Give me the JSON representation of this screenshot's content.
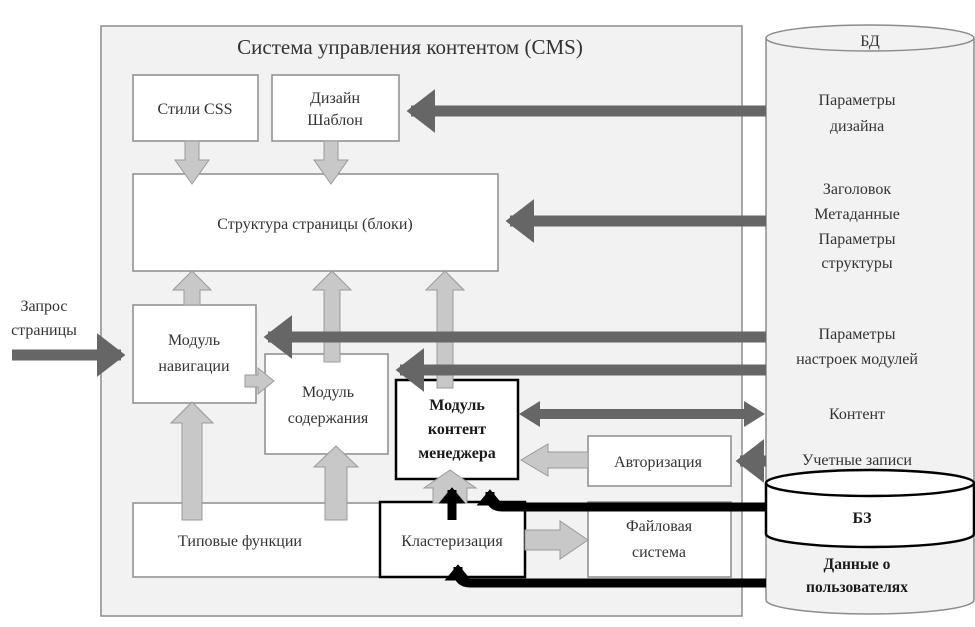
{
  "diagram": {
    "title": "Система управления контентом (CMS)",
    "external_input": [
      "Запрос",
      "страницы"
    ],
    "boxes": {
      "css_styles": [
        "Стили CSS"
      ],
      "design_template": [
        "Дизайн",
        "Шаблон"
      ],
      "page_structure": [
        "Структура страницы (блоки)"
      ],
      "navigation_module": [
        "Модуль",
        "навигации"
      ],
      "content_module": [
        "Модуль",
        "содержания"
      ],
      "content_manager_module": [
        "Модуль",
        "контент",
        "менеджера"
      ],
      "authorization": [
        "Авторизация"
      ],
      "typical_functions": [
        "Типовые функции"
      ],
      "clustering": [
        "Кластеризация"
      ],
      "file_system": [
        "Файловая",
        "система"
      ]
    },
    "database": {
      "label": "БД",
      "items": {
        "design_params": [
          "Параметры",
          "дизайна"
        ],
        "structure_params": [
          "Заголовок",
          "Метаданные",
          "Параметры",
          "структуры"
        ],
        "module_settings": [
          "Параметры",
          "настроек модулей"
        ],
        "content": [
          "Контент"
        ],
        "accounts": [
          "Учетные записи"
        ]
      },
      "knowledge_base": {
        "label": "БЗ",
        "sub_label": [
          "Данные о",
          "пользователях"
        ]
      }
    },
    "colors": {
      "panel_bg": "#f2f2f2",
      "box_bg": "#ffffff",
      "box_border": "#8c8c8c",
      "dark_arrow": "#666666",
      "light_arrow": "#c8c8c8",
      "black_arrow": "#000000"
    }
  }
}
